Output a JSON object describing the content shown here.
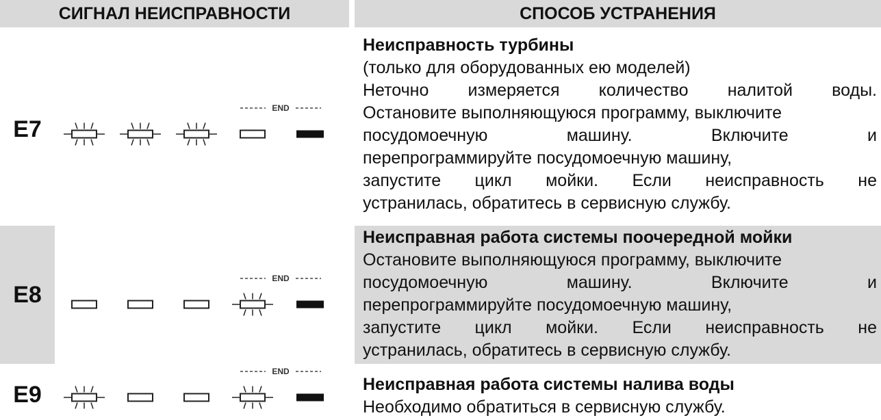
{
  "header": {
    "signal": "СИГНАЛ НЕИСПРАВНОСТИ",
    "remedy": "СПОСОБ УСТРАНЕНИЯ"
  },
  "rows": [
    {
      "code": "E7",
      "end_label": "END",
      "indicators": [
        "blinking",
        "blinking",
        "blinking",
        "off",
        "on"
      ],
      "title": "Неисправность турбины",
      "lines": [
        "(только для оборудованных ею моделей)",
        "Неточно измеряется количество налитой воды.",
        "Остановите выполняющуюся программу, выключите",
        "посудомоечную машину. Включите и",
        "перепрограммируйте посудомоечную машину,",
        "запустите цикл мойки. Если неисправность не",
        "устранилась, обратитесь в сервисную службу."
      ]
    },
    {
      "code": "E8",
      "end_label": "END",
      "indicators": [
        "off",
        "off",
        "off",
        "blinking",
        "on"
      ],
      "title": "Неисправная работа системы поочередной мойки",
      "lines": [
        "Остановите выполняющуюся программу, выключите",
        "посудомоечную машину. Включите и",
        "перепрограммируйте посудомоечную машину,",
        "запустите цикл мойки. Если неисправность не",
        "устранилась, обратитесь в сервисную службу."
      ]
    },
    {
      "code": "E9",
      "end_label": "END",
      "indicators": [
        "blinking",
        "off",
        "off",
        "blinking",
        "on"
      ],
      "title": "Неисправная работа системы налива воды",
      "lines": [
        "Необходимо обратиться в сервисную службу."
      ]
    }
  ]
}
